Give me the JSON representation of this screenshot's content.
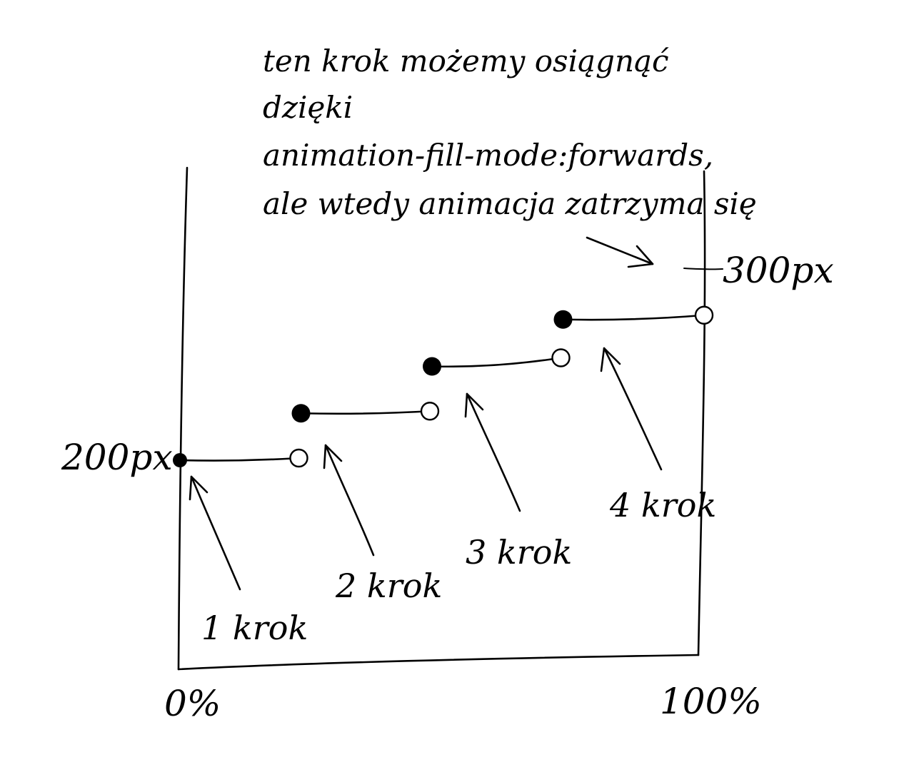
{
  "annotation": {
    "lines": [
      "ten krok możemy osiągnąć",
      "dzięki",
      "animation-fill-mode:forwards,",
      "ale wtedy animacja zatrzyma się"
    ]
  },
  "axis": {
    "x_start": "0%",
    "x_end": "100%",
    "y_low": "200px",
    "y_high": "300px"
  },
  "steps": [
    {
      "label": "1 krok"
    },
    {
      "label": "2 krok"
    },
    {
      "label": "3 krok"
    },
    {
      "label": "4 krok"
    }
  ],
  "chart_data": {
    "type": "line",
    "x_range": [
      "0%",
      "100%"
    ],
    "y_range": [
      "200px",
      "300px"
    ],
    "segments": [
      {
        "step": "1 krok",
        "x_start": 0,
        "x_end": 25,
        "value": 200,
        "start_marker": "filled",
        "end_marker": "open"
      },
      {
        "step": "2 krok",
        "x_start": 25,
        "x_end": 50,
        "value": 225,
        "start_marker": "filled",
        "end_marker": "open"
      },
      {
        "step": "3 krok",
        "x_start": 50,
        "x_end": 75,
        "value": 250,
        "start_marker": "filled",
        "end_marker": "open"
      },
      {
        "step": "4 krok",
        "x_start": 75,
        "x_end": 100,
        "value": 275,
        "start_marker": "filled",
        "end_marker": "open"
      }
    ]
  }
}
